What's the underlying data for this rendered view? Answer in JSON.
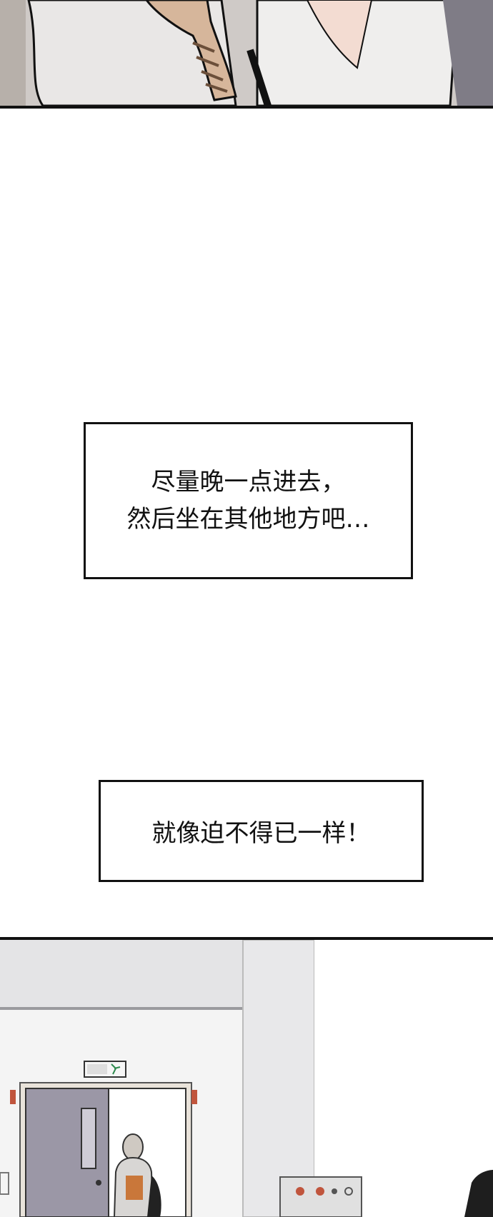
{
  "captions": [
    {
      "lines": [
        "尽量晚一点进去，",
        "然后坐在其他地方吧…"
      ]
    },
    {
      "lines": [
        "就像迫不得已一样！"
      ]
    }
  ],
  "colors": {
    "ink": "#111111",
    "wall": "#f2f2f2",
    "door": "#9b97a6",
    "exit_sign": "#2d8a4e"
  }
}
